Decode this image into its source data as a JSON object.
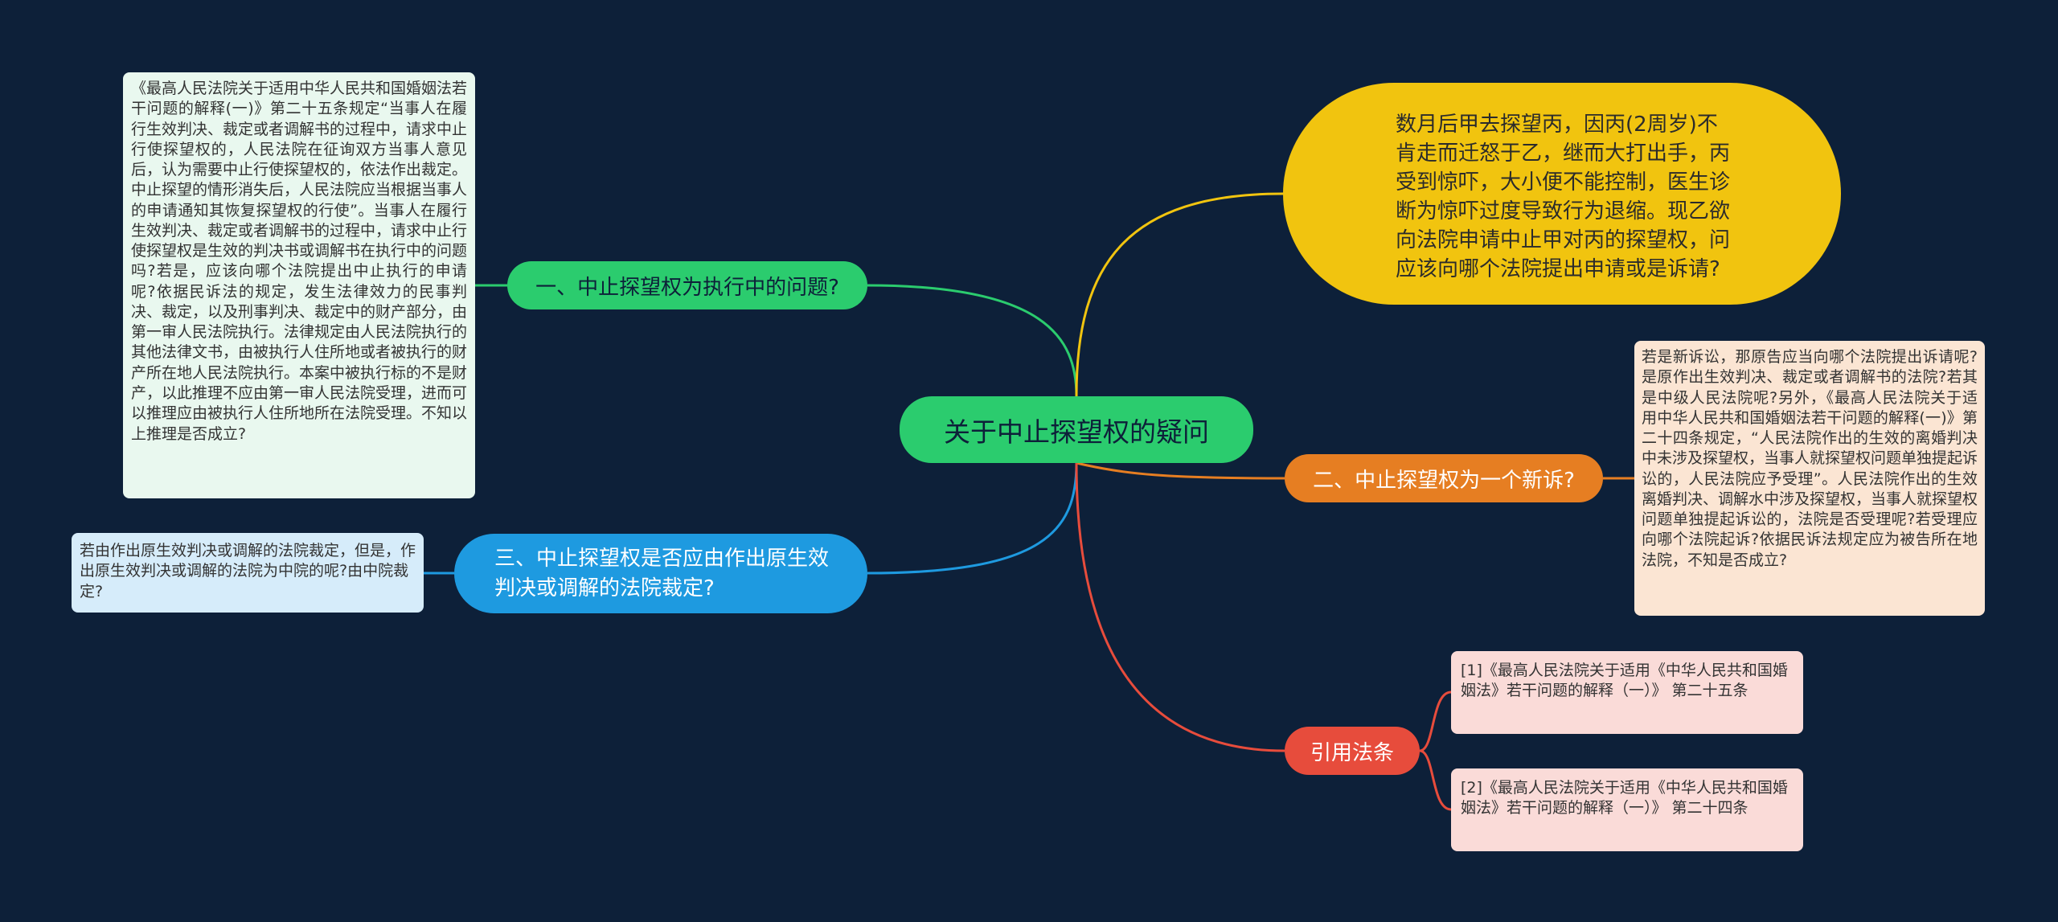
{
  "central": {
    "label": "关于中止探望权的疑问"
  },
  "branches": [
    {
      "id": "b1",
      "label": "一、中止探望权为执行中的问题?",
      "color": "#2bcc6e"
    },
    {
      "id": "b2",
      "label": "二、中止探望权为一个新诉?",
      "color": "#e67e22"
    },
    {
      "id": "b3",
      "label": "三、中止探望权是否应由作出原生效判决或调解的法院裁定?",
      "color": "#1e9ae0"
    },
    {
      "id": "b4",
      "label": "引用法条",
      "color": "#e74c3c"
    }
  ],
  "question": {
    "text": "数月后甲去探望丙，因丙(2周岁)不肯走而迁怒于乙，继而大打出手，丙受到惊吓，大小便不能控制，医生诊断为惊吓过度导致行为退缩。现乙欲向法院申请中止甲对丙的探望权，问应该向哪个法院提出申请或是诉请?",
    "color": "#f1c40f"
  },
  "details": {
    "b1": "《最高人民法院关于适用中华人民共和国婚姻法若干问题的解释(一)》第二十五条规定“当事人在履行生效判决、裁定或者调解书的过程中，请求中止行使探望权的，人民法院在征询双方当事人意见后，认为需要中止行使探望权的，依法作出裁定。中止探望的情形消失后，人民法院应当根据当事人的申请通知其恢复探望权的行使”。当事人在履行生效判决、裁定或者调解书的过程中，请求中止行使探望权是生效的判决书或调解书在执行中的问题吗?若是，应该向哪个法院提出中止执行的申请呢?依据民诉法的规定，发生法律效力的民事判决、裁定，以及刑事判决、裁定中的财产部分，由第一审人民法院执行。法律规定由人民法院执行的其他法律文书，由被执行人住所地或者被执行的财产所在地人民法院执行。本案中被执行标的不是财产，以此推理不应由第一审人民法院受理，进而可以推理应由被执行人住所地所在法院受理。不知以上推理是否成立?",
    "b2": "若是新诉讼，那原告应当向哪个法院提出诉请呢?是原作出生效判决、裁定或者调解书的法院?若其是中级人民法院呢?另外，《最高人民法院关于适用中华人民共和国婚姻法若干问题的解释(一)》第二十四条规定，“人民法院作出的生效的离婚判决中未涉及探望权，当事人就探望权问题单独提起诉讼的，人民法院应予受理”。人民法院作出的生效离婚判决、调解水中涉及探望权，当事人就探望权问题单独提起诉讼的，法院是否受理呢?若受理应向哪个法院起诉?依据民诉法规定应为被告所在地法院，不知是否成立?",
    "b3": "若由作出原生效判决或调解的法院裁定，但是，作出原生效判决或调解的法院为中院的呢?由中院裁定?"
  },
  "references": [
    "[1]《最高人民法院关于适用《中华人民共和国婚姻法》若干问题的解释（一）》 第二十五条",
    "[2]《最高人民法院关于适用《中华人民共和国婚姻法》若干问题的解释（一）》 第二十四条"
  ],
  "colors": {
    "background": "#0d2039",
    "detail_green": "#e9f8ef",
    "detail_orange": "#fbe5d3",
    "detail_blue": "#d6ecfa",
    "detail_red": "#fadbd8"
  }
}
